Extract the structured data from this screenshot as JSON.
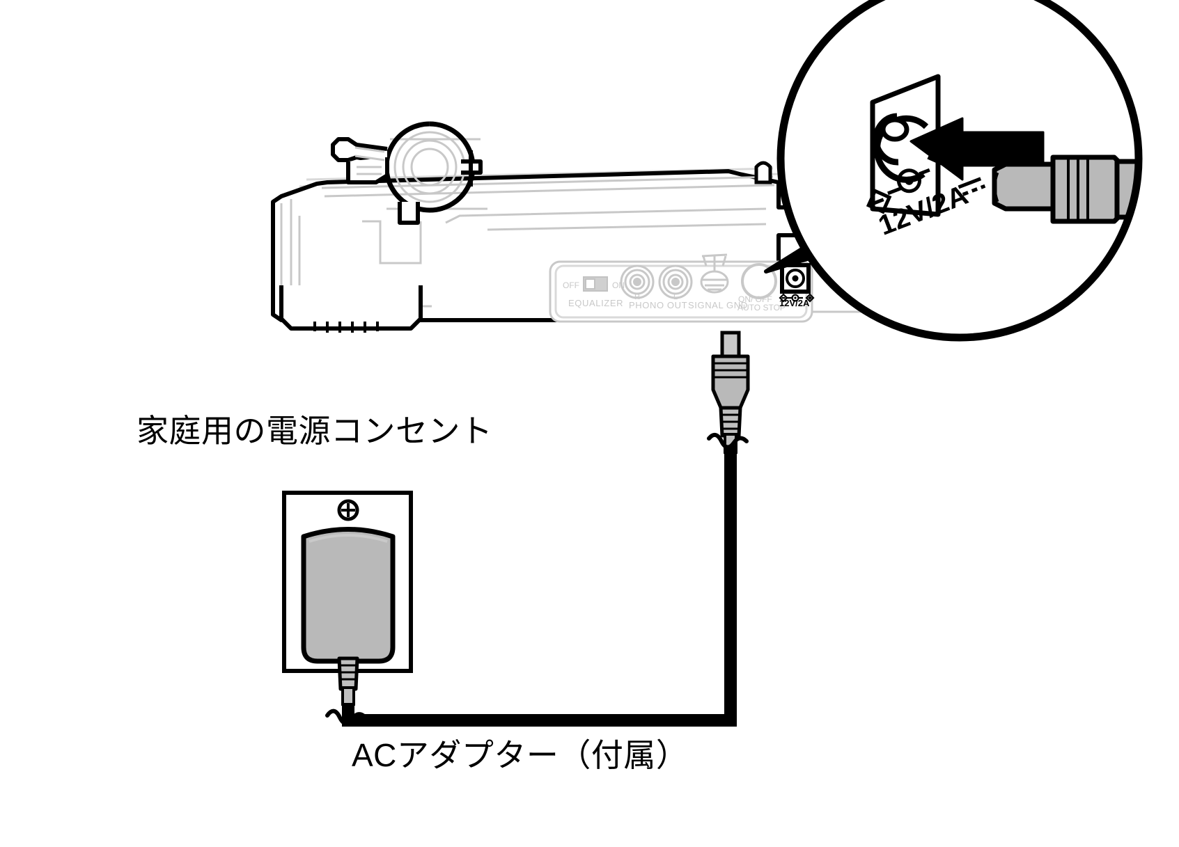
{
  "diagram": {
    "title_hidden": "",
    "type": "appliance-connection-diagram",
    "device": "record player / turntable rear panel"
  },
  "labels": {
    "outlet": "家庭用の電源コンセント",
    "adapter": "ACアダプター（付属）"
  },
  "rear_panel": {
    "equalizer": {
      "off": "OFF",
      "on": "ON",
      "caption": "EQUALIZER"
    },
    "phono_out": {
      "right": "R",
      "left": "L",
      "caption": "PHONO OUT"
    },
    "signal_gnd": "SIGNAL GND",
    "auto_stop": {
      "line1": "ON/ OFF",
      "line2": "AUTO STOP"
    },
    "dc_in": "12V/2A"
  },
  "callout": {
    "rating": "12V/2A",
    "polarity_minus": "⊖",
    "polarity_center": "C",
    "polarity_plus": "⊕",
    "dc_symbol": "⎓"
  },
  "ac_adapter": {
    "screw_symbol": "⊕"
  },
  "colors": {
    "stroke": "#000000",
    "panel_line": "#c8c8c8",
    "panel_line_light": "#d9d9d9",
    "plug_gray": "#b3b3b3",
    "plug_gray_light": "#c9c9c9",
    "adapter_gray": "#b9b9b9",
    "cable_black": "#000000",
    "background": "#ffffff"
  }
}
